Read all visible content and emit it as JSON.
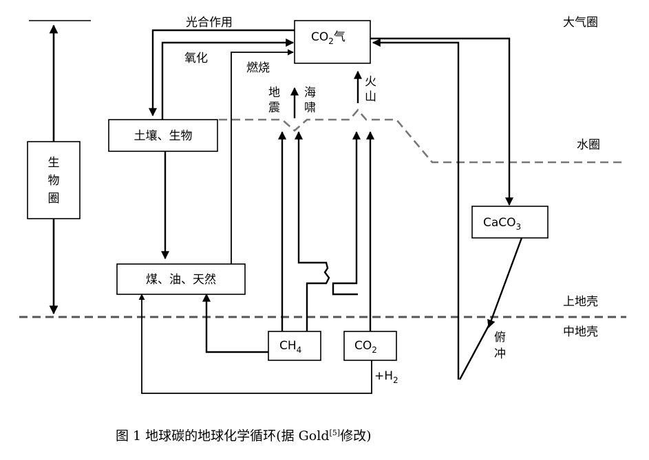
{
  "layers": {
    "atmosphere": "大气圈",
    "hydrosphere": "水圈",
    "upper_crust": "上地壳",
    "middle_crust": "中地壳"
  },
  "biosphere": {
    "chars": [
      "生",
      "物",
      "圈"
    ]
  },
  "boxes": {
    "co2_gas": {
      "base": "CO",
      "sub": "2",
      "tail": "气"
    },
    "soil_bio": "土壤、生物",
    "fossil": "煤、油、天然",
    "caco3": {
      "pre": "CaCO",
      "sub": "3"
    },
    "ch4": {
      "pre": "CH",
      "sub": "4"
    },
    "co2_deep": {
      "pre": "CO",
      "sub": "2"
    }
  },
  "processes": {
    "photosynthesis": "光合作用",
    "oxidation": "氧化",
    "combustion": "燃烧",
    "earthquake": [
      "地",
      "震"
    ],
    "tsunami": [
      "海",
      "啸"
    ],
    "volcano": [
      "火",
      "山"
    ],
    "subduction": [
      "俯",
      "冲"
    ],
    "h2": {
      "pre": "+H",
      "sub": "2"
    }
  },
  "caption": {
    "text": "图 1 地球碳的地球化学循环(据 Gold",
    "ref": "[5]",
    "tail": "修改)"
  }
}
